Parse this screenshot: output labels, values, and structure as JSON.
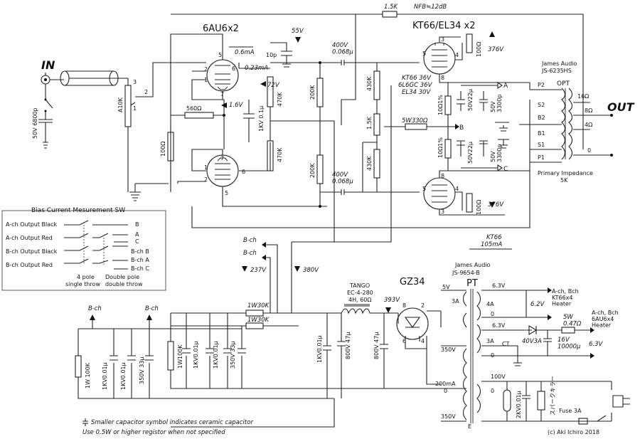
{
  "tubes": {
    "driver": "6AU6x2",
    "output": "KT66/EL34 x2",
    "rectifier": "GZ34"
  },
  "labels": {
    "in": "IN",
    "out": "OUT",
    "nfb_res": "1.5K",
    "nfb": "NFB≒12dB",
    "opt_maker": "James Audio",
    "opt_model": "JS-6235HS",
    "opt": "OPT",
    "primary_impedance": "Primary Impedance",
    "primary_impedance_val": "5K",
    "pt_maker": "James Audio",
    "pt_model": "JS-9654-B",
    "pt": "PT",
    "choke_maker": "TANGO",
    "choke_model": "EC-4-280",
    "choke_spec": "4H, 60Ω",
    "heater_kt66": "A-ch, Bch\nKT66x4\nHeater",
    "heater_6au6": "A-ch, Bch\n6AU6x4\nHeater",
    "bias_title": "Bias Current Mesurement SW",
    "sw_4pole": "4 pole",
    "sw_single": "single throw",
    "sw_double_pole": "Double pole",
    "sw_double_throw": "double throw",
    "note_ceramic": "Smaller capacitor symbol indicates ceramic capacitor",
    "note_resistor": "Use 0.5W or higher registor when not specified",
    "copyright": "(c) Aki Ichiro 2018",
    "kt66_current": "KT66",
    "kt66_current_val": "105mA",
    "kt66_bias_list": [
      "KT66 36V",
      "6L6GC 36V",
      "EL34 30V"
    ],
    "bch_top_1": "B-ch",
    "bch_top_2": "B-ch",
    "bch_left_1": "B-ch",
    "bch_left_2": "B-ch",
    "fuse": "Fuse 3A",
    "spark": "スパークキラー"
  },
  "voltages": {
    "v55": "55V",
    "v72": "72V",
    "v16": "1.6V",
    "v376a": "376V",
    "v376b": "376V",
    "v237": "237V",
    "v380": "380V",
    "v393": "393V",
    "i06": "0.6mA",
    "i023": "0.23mA",
    "v63a": "6.3V",
    "v63b": "6.3V",
    "v62": "6.2V",
    "v63c": "6.3V",
    "v350a": "350V",
    "v350b": "350V",
    "v200ma": "200mA",
    "v100": "100V",
    "v5": "5V",
    "a3a": "3A",
    "a4a": "4A",
    "a3a2": "3A",
    "ct": "CT",
    "v0a": "0",
    "v0b": "0",
    "v0c": "0",
    "v0d": "0",
    "v0e": "0",
    "v0f": "0"
  },
  "components": {
    "c_in": "50V 6800p",
    "vr_in": "A10K",
    "r_100_l": "100Ω",
    "r_560": "560Ω",
    "c_10p": "10p",
    "c_400v_top": "400V\n0.068μ",
    "c_400v_bot": "400V\n0.068μ",
    "r_470k_a": "470K",
    "r_470k_b": "470K",
    "c_1kv01": "1KV 0.1μ",
    "r_200k_a": "200K",
    "r_200k_b": "200K",
    "r_430k_a": "430K",
    "r_430k_b": "430K",
    "r_15k": "1.5K",
    "r_5w330": "5W330Ω",
    "r_100_top": "100Ω",
    "r_100_bot": "100Ω",
    "r_10_a": "10Ω1%",
    "r_10_b": "10Ω1%",
    "c_50v22a": "50V22μ",
    "c_50v22b": "50V22μ",
    "c_3300a": "50V\n3300p",
    "c_3300b": "50V\n3300p",
    "r_1w100k_a": "1W 100K",
    "r_1w100k_b": "1W100K",
    "c_1kv001_a": "1KV0.01μ",
    "c_1kv001_b": "1KV0.01μ",
    "c_1kv001_c": "1KV0.01μ",
    "c_1kv001_d": "1KV0.01μ",
    "c_1kv001_e": "1KV0.01μ",
    "c_350v33_a": "350V 33μ",
    "c_350v33_b": "350V 33μ",
    "r_1w30k_a": "1W30K",
    "r_1w30k_b": "1W30K",
    "c_800v47_a": "800V 47μ",
    "c_800v47_b": "800V 47μ",
    "d_40v3a": "40V3A",
    "r_5w047": "5W\n0.47Ω",
    "c_16v10000": "16V\n10000μ",
    "v_63out": "6.3V",
    "c_2kv001": "2KV0.01μ"
  },
  "opt_taps": [
    "P2",
    "S2",
    "B2",
    "B1",
    "S1",
    "P1"
  ],
  "opt_sec": [
    "16Ω",
    "8Ω",
    "4Ω",
    "0"
  ],
  "bias_sw_rows": [
    "A-ch Output Black",
    "A-ch Output Red",
    "B-ch Output Black",
    "B-ch Output Red"
  ],
  "bias_sw_outs": [
    "B",
    "A",
    "C",
    "B-ch B",
    "B-ch A",
    "B-ch C"
  ],
  "nodes": [
    "A",
    "B",
    "C"
  ],
  "pins": [
    "1",
    "2",
    "3",
    "5",
    "6",
    "7",
    "8",
    "4"
  ]
}
